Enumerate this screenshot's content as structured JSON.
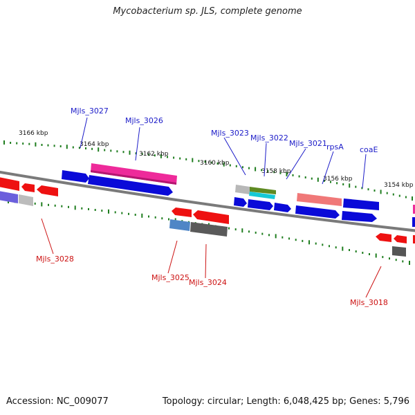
{
  "header": {
    "title": "Mycobacterium sp. JLS, complete genome"
  },
  "footer": {
    "accession": "Accession: NC_009077",
    "summary": "Topology: circular; Length: 6,048,425 bp; Genes: 5,796"
  },
  "colors": {
    "forward_label": "#1a1ac8",
    "reverse_label": "#cc1111",
    "tick": "#1e7d1e",
    "backbone": "#7a7a7a"
  },
  "scale": {
    "tick_labels": [
      "3166 kbp",
      "3164 kbp",
      "3162 kbp",
      "3160 kbp",
      "3158 kbp",
      "3156 kbp",
      "3154 kbp"
    ]
  },
  "genes": {
    "forward_labels": [
      "Mjls_3027",
      "Mjls_3026",
      "Mjls_3023",
      "Mjls_3022",
      "Mjls_3021",
      "rpsA",
      "coaE"
    ],
    "reverse_labels": [
      "Mjls_3028",
      "Mjls_3025",
      "Mjls_3024",
      "Mjls_3018"
    ]
  }
}
